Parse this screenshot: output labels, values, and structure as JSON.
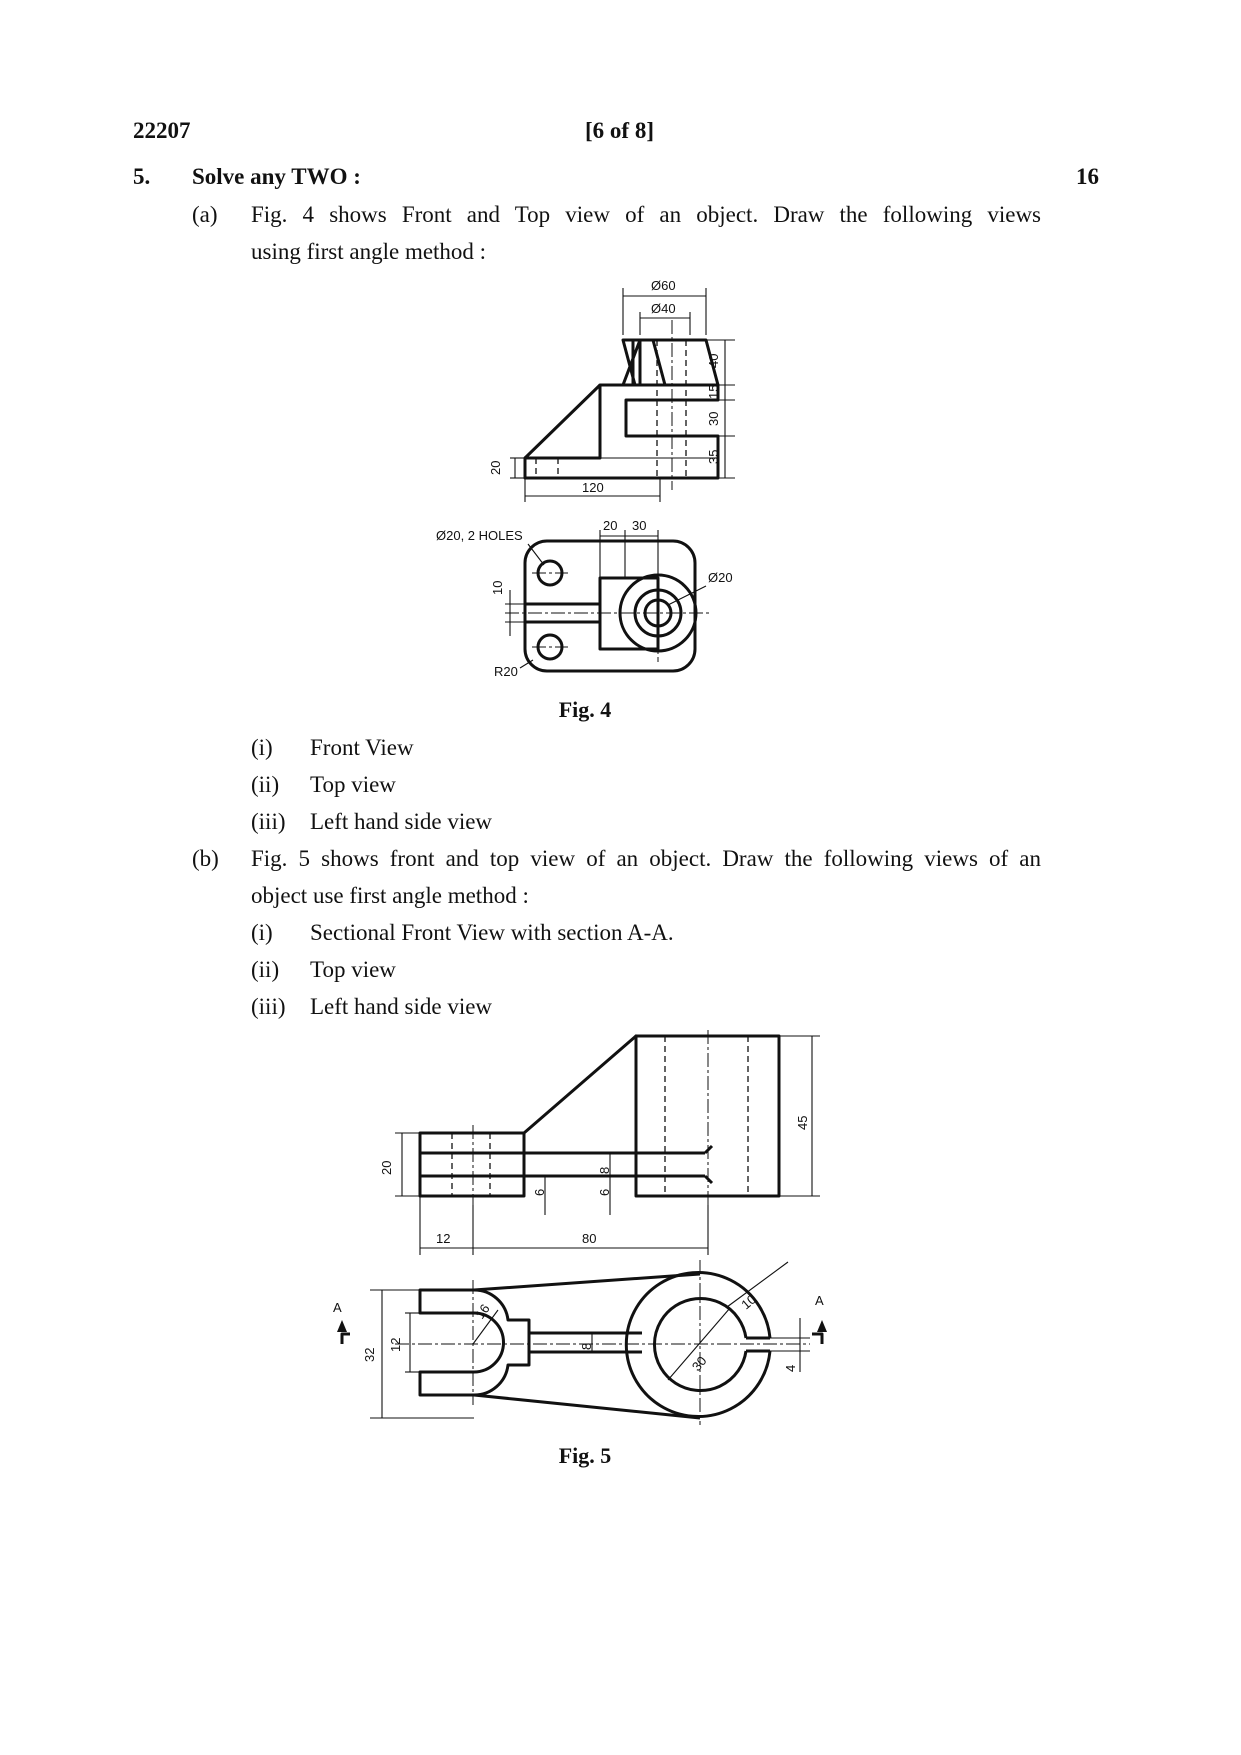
{
  "header": {
    "code": "22207",
    "page_label": "[6 of 8]"
  },
  "question": {
    "number": "5.",
    "title": "Solve any TWO :",
    "marks": "16"
  },
  "part_a": {
    "label": "(a)",
    "line1": "Fig. 4 shows Front and Top view of an object. Draw the following views",
    "line2": "using first angle method :",
    "items": [
      {
        "num": "(i)",
        "text": "Front View"
      },
      {
        "num": "(ii)",
        "text": "Top view"
      },
      {
        "num": "(iii)",
        "text": "Left hand side view"
      }
    ],
    "figure": {
      "caption": "Fig. 4",
      "dims": {
        "d60": "Ø60",
        "d40": "Ø40",
        "h40": "40",
        "h15": "15",
        "h30": "30",
        "h35": "35",
        "h20": "20",
        "w120": "120",
        "w20": "20",
        "w30": "30",
        "holes": "Ø20, 2 HOLES",
        "d20": "Ø20",
        "v10": "10",
        "r20": "R20"
      }
    }
  },
  "part_b": {
    "label": "(b)",
    "line1": "Fig. 5 shows front and top view of an object. Draw the following views of an",
    "line2": "object use first angle method :",
    "items": [
      {
        "num": "(i)",
        "text": "Sectional Front View with section A-A."
      },
      {
        "num": "(ii)",
        "text": "Top view"
      },
      {
        "num": "(iii)",
        "text": "Left hand side view"
      }
    ],
    "figure": {
      "caption": "Fig. 5",
      "dims": {
        "h45": "45",
        "h20": "20",
        "s8a": "8",
        "s6a": "6",
        "s6b": "6",
        "w12": "12",
        "w80": "80",
        "v32": "32",
        "v12": "12",
        "r16": "16",
        "s8b": "8",
        "r10": "10",
        "d30": "30",
        "s4": "4",
        "secA1": "A",
        "secA2": "A"
      }
    }
  }
}
